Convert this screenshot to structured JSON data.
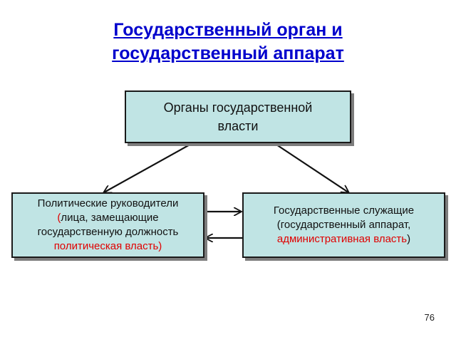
{
  "title": {
    "line1": "Государственный орган и",
    "line2": "государственный аппарат"
  },
  "top_box": {
    "line1": "Органы государственной",
    "line2": "власти"
  },
  "left_box": {
    "line1": "Политические руководители",
    "line2_open": "(",
    "line2_rest": "лица, замещающие",
    "line3": "государственную должность",
    "line4": "политическая власть)"
  },
  "right_box": {
    "line1": "Государственные служащие",
    "line2": "(государственный аппарат,",
    "line3_red": "административная власть",
    "line3_close": ")"
  },
  "page_number": "76",
  "colors": {
    "title": "#0000cc",
    "box_fill": "#c0e4e4",
    "highlight": "#e00000"
  }
}
